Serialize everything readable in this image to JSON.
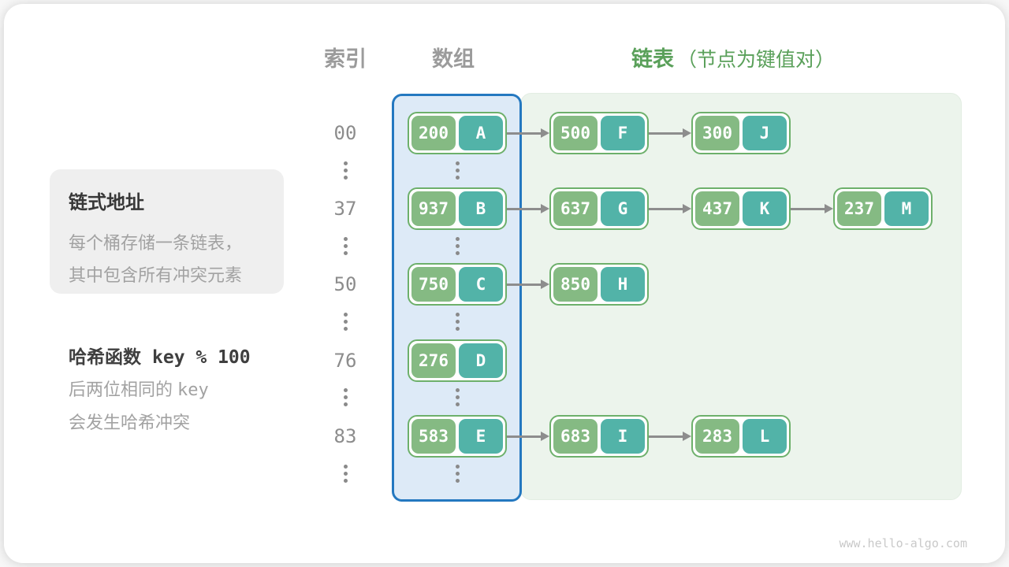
{
  "page": {
    "watermark": "www.hello-algo.com"
  },
  "headers": {
    "index": "索引",
    "array": "数组",
    "linked_list": "链表",
    "linked_list_note": "（节点为键值对）"
  },
  "side_panel": {
    "title": "链式地址",
    "line1": "每个桶存储一条链表，",
    "line2": "其中包含所有冲突元素"
  },
  "hash_note": {
    "title": "哈希函数",
    "formula": "key % 100",
    "line1_text": "后两位相同的",
    "line1_code": "key",
    "line2": "会发生哈希冲突"
  },
  "colors": {
    "key_cell": "#85ba83",
    "value_cell": "#52b3a8",
    "node_border": "#6db06b",
    "array_region_border": "#2478c0",
    "array_region_fill": "#ddeaf7",
    "list_region_fill": "#ecf4ec",
    "accent_green_text": "#5aa05a",
    "arrow": "#8d8d8d"
  },
  "rows": [
    {
      "index": "00",
      "bucket": {
        "key": "200",
        "value": "A"
      },
      "chain": [
        {
          "key": "500",
          "value": "F"
        },
        {
          "key": "300",
          "value": "J"
        }
      ]
    },
    {
      "index": "37",
      "bucket": {
        "key": "937",
        "value": "B"
      },
      "chain": [
        {
          "key": "637",
          "value": "G"
        },
        {
          "key": "437",
          "value": "K"
        },
        {
          "key": "237",
          "value": "M"
        }
      ]
    },
    {
      "index": "50",
      "bucket": {
        "key": "750",
        "value": "C"
      },
      "chain": [
        {
          "key": "850",
          "value": "H"
        }
      ]
    },
    {
      "index": "76",
      "bucket": {
        "key": "276",
        "value": "D"
      },
      "chain": []
    },
    {
      "index": "83",
      "bucket": {
        "key": "583",
        "value": "E"
      },
      "chain": [
        {
          "key": "683",
          "value": "I"
        },
        {
          "key": "283",
          "value": "L"
        }
      ]
    }
  ]
}
